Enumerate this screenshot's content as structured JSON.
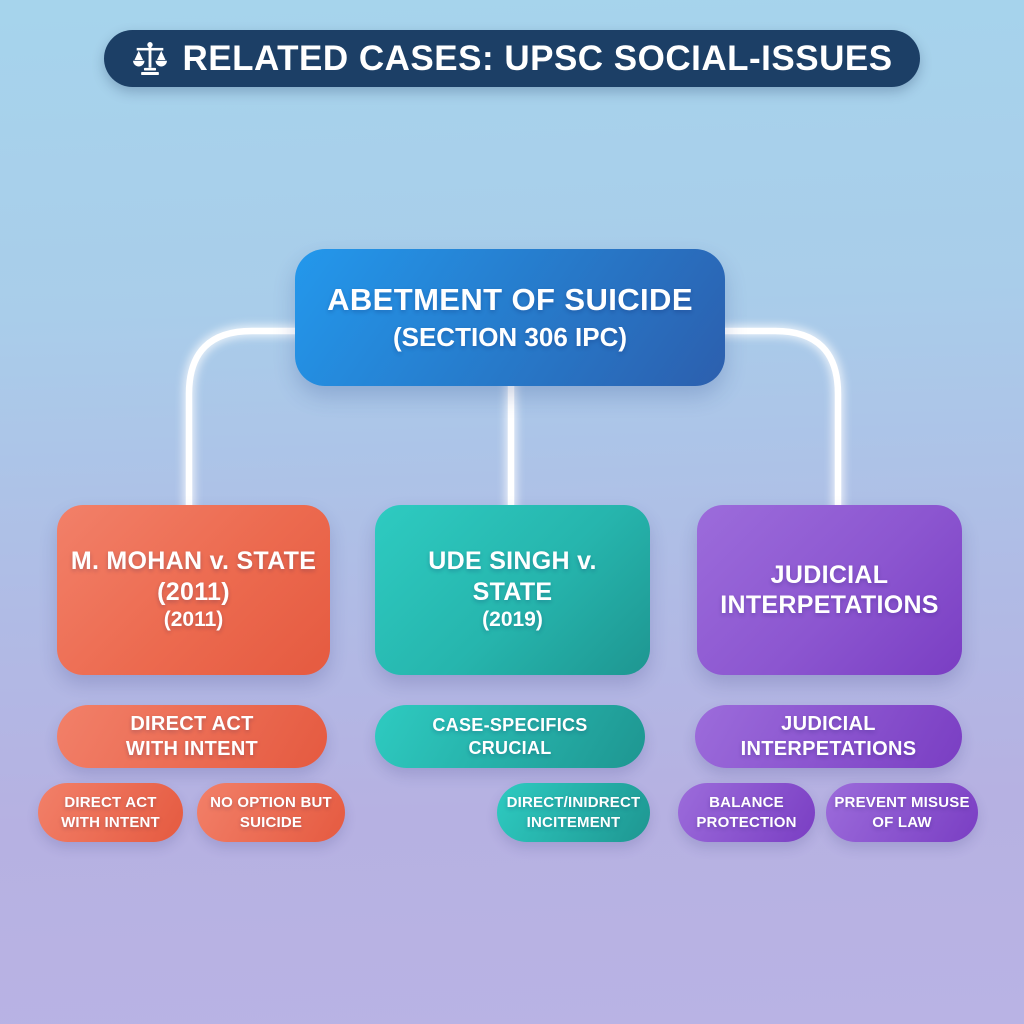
{
  "header": {
    "icon": "scales-of-justice",
    "title": "RELATED CASES: UPSC SOCIAL-ISSUES"
  },
  "root_node": {
    "line1": "ABETMENT OF SUICIDE",
    "line2": "(SECTION 306 IPC)"
  },
  "branches": [
    {
      "name": "m-mohan-v-state",
      "color_start": "#f28069",
      "color_end": "#e55a40",
      "card": {
        "line1": "M. MOHAN v. STATE",
        "line2": "(2011)",
        "line3": "(2011)"
      },
      "pill": {
        "line1": "DIRECT ACT",
        "line2": "WITH INTENT"
      },
      "chips": [
        {
          "line1": "DIRECT ACT",
          "line2": "WITH INTENT"
        },
        {
          "line1": "NO OPTION BUT",
          "line2": "SUICIDE"
        }
      ]
    },
    {
      "name": "ude-singh-v-state",
      "color_start": "#2ecbc1",
      "color_end": "#1e9691",
      "card": {
        "line1": "UDE SINGH v.",
        "line2": "STATE",
        "line3": "(2019)"
      },
      "pill": {
        "line1": "CASE-SPECIFICS",
        "line2": "CRUCIAL"
      },
      "chips": [
        {
          "line1": "DIRECT/INIDRECT",
          "line2": "INCITEMENT"
        }
      ]
    },
    {
      "name": "judicial-interpretations",
      "color_start": "#9c6cdb",
      "color_end": "#7a3ec3",
      "card": {
        "line1": "JUDICIAL",
        "line2": "INTERPETATIONS",
        "line3": ""
      },
      "pill": {
        "line1": "JUDICIAL",
        "line2": "INTERPETATIONS"
      },
      "chips": [
        {
          "line1": "BALANCE",
          "line2": "PROTECTION"
        },
        {
          "line1": "PREVENT MISUSE",
          "line2": "OF LAW"
        }
      ]
    }
  ],
  "colors": {
    "background_top": "#a6d4ec",
    "background_bottom": "#b9b3e4",
    "header_bg": "#1c3f66",
    "root_start": "#2398ec",
    "root_end": "#2c5fae",
    "connector": "#ffffff"
  }
}
